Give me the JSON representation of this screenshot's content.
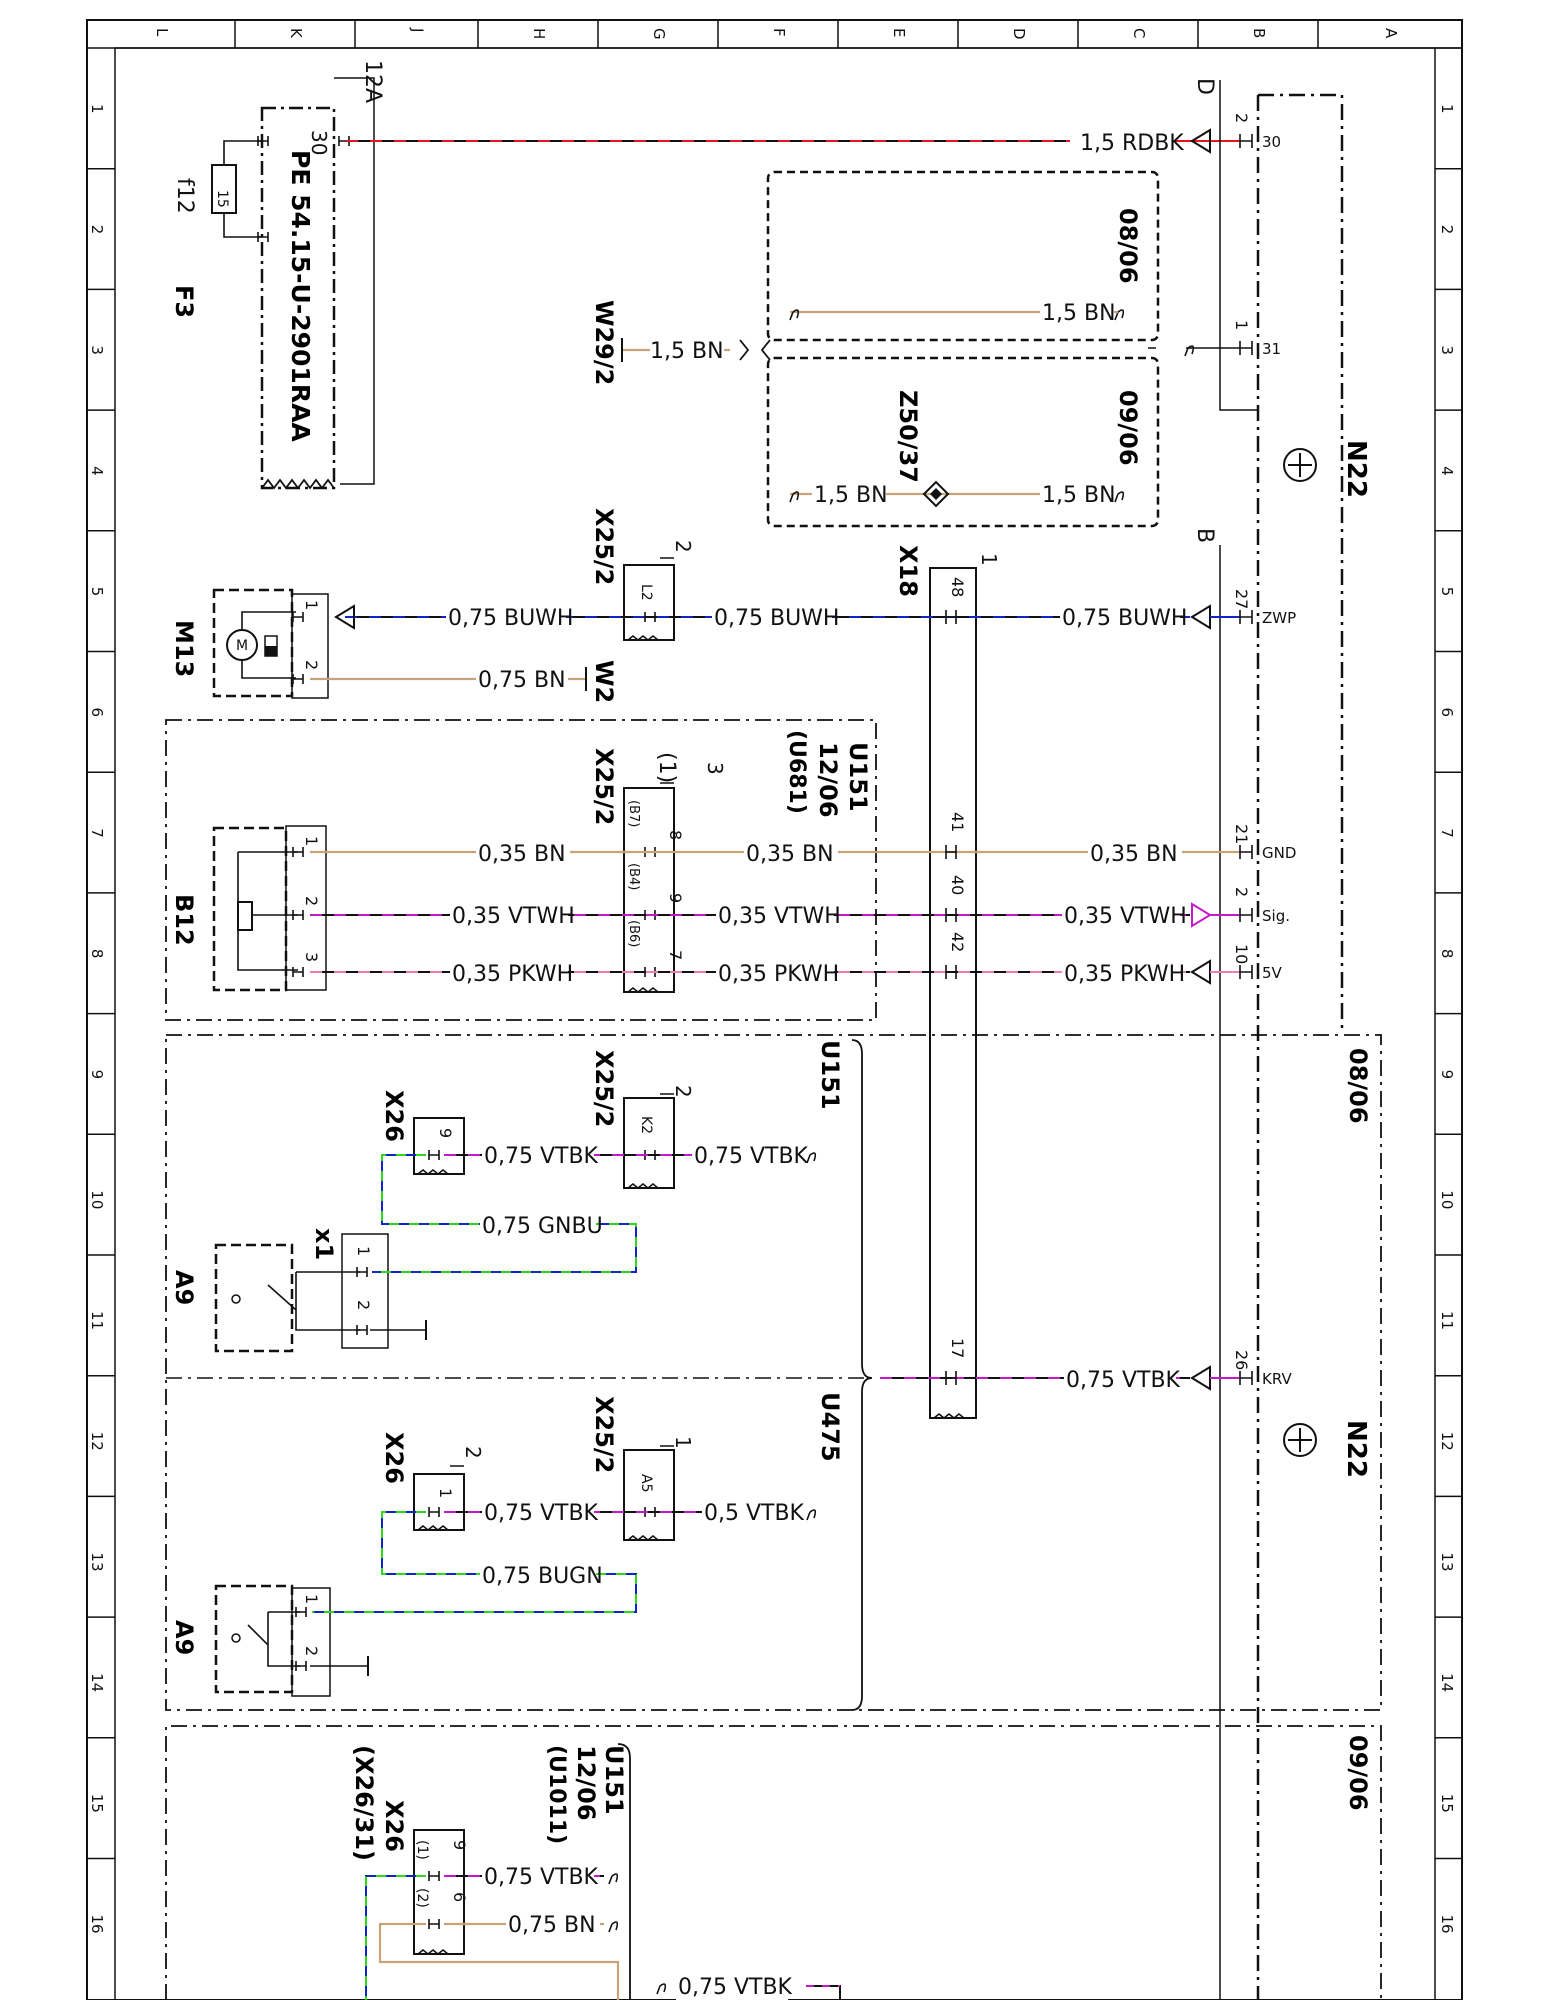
{
  "frame": {
    "col_letters": [
      "L",
      "K",
      "J",
      "H",
      "G",
      "F",
      "E",
      "D",
      "C",
      "B",
      "A"
    ],
    "row_numbers": [
      "1",
      "2",
      "3",
      "4",
      "5",
      "6",
      "7",
      "8",
      "9",
      "10",
      "11",
      "12",
      "13",
      "14",
      "15",
      "16"
    ]
  },
  "components": {
    "f3": "F3",
    "f12": "f12",
    "f12_value": "15",
    "fuse_box_id": "12A",
    "fuse_box_part": "PE 54.15-U-2901RAA",
    "m13": "M13",
    "b12": "B12",
    "a9_upper": "A9",
    "a9_lower": "A9",
    "x1": "x1",
    "w29_2": "W29/2",
    "w2": "W2",
    "z50_37": "Z50/37",
    "x18": "X18",
    "n22_upper": "N22",
    "n22_lower": "N22",
    "d": "D",
    "b": "B"
  },
  "connectors": {
    "x25_2_a": "X25/2",
    "x25_2_a_pin": "2",
    "x25_2_a_slot": "L2",
    "x25_2_b": "X25/2",
    "x25_2_b_pin": "3",
    "x25_2_b_alt": "(1)",
    "x25_2_b_slots": [
      "(B7)",
      "(B4)",
      "(B6)"
    ],
    "x25_2_b_nums": [
      "8",
      "9",
      "7"
    ],
    "x25_2_c": "X25/2",
    "x25_2_c_pin": "2",
    "x25_2_c_slot": "K2",
    "x25_2_d": "X25/2",
    "x25_2_d_pin": "1",
    "x25_2_d_slot": "A5",
    "x26_a": "X26",
    "x26_a_pin": "9",
    "x26_b": "X26",
    "x26_b_pin": "2",
    "x26_b_num": "1",
    "x26_c": "X26",
    "x26_c_alt": "(X26/31)",
    "x26_c_nums": [
      "9",
      "6"
    ],
    "x26_c_alts": [
      "(1)",
      "(2)"
    ],
    "x18_pin": "1",
    "x18_pins": [
      "48",
      "41",
      "40",
      "42",
      "17"
    ],
    "fuse_pin": "30",
    "m13_pins": [
      "1",
      "2"
    ],
    "b12_pins": [
      "1",
      "2",
      "3"
    ],
    "x1_pins": [
      "1",
      "2"
    ],
    "a9_pins": [
      "1",
      "2"
    ],
    "n22_pins": [
      "2",
      "1",
      "27",
      "21",
      "2",
      "10",
      "26"
    ],
    "n22_terms": [
      "30",
      "31",
      "ZWP",
      "GND",
      "Sig.",
      "5V",
      "KRV"
    ]
  },
  "wires": {
    "rdbk_15": "1,5 RDBK",
    "bn_15_a": "1,5 BN",
    "bn_15_b": "1,5 BN",
    "bn_15_c": "1,5 BN",
    "bn_15_d": "1,5 BN",
    "buwh_a": "0,75 BUWH",
    "buwh_b": "0,75 BUWH",
    "buwh_c": "0,75 BUWH",
    "bn_075_w2": "0,75 BN",
    "bn_035_a": "0,35 BN",
    "bn_035_b": "0,35 BN",
    "bn_035_c": "0,35 BN",
    "vtwh_a": "0,35 VTWH",
    "vtwh_b": "0,35 VTWH",
    "vtwh_c": "0,35 VTWH",
    "pkwh_a": "0,35 PKWH",
    "pkwh_b": "0,35 PKWH",
    "pkwh_c": "0,35 PKWH",
    "vtbk_a": "0,75 VTBK",
    "vtbk_b": "0,75 VTBK",
    "gnbu": "0,75 GNBU",
    "vtbk_krv": "0,75 VTBK",
    "vtbk_c": "0,75 VTBK",
    "vtbk_05": "0,5 VTBK",
    "bugn": "0,75 BUGN",
    "vtbk_d": "0,75 VTBK",
    "bn_075_d": "0,75 BN",
    "vtbk_e": "0,75 VTBK"
  },
  "references": {
    "ref_0806_top": "08/06",
    "ref_0906_top": "09/06",
    "u151_a": "U151",
    "u151_a_date": "12/06",
    "u151_a_code": "(U681)",
    "u151_b": "U151",
    "u475": "U475",
    "ref_0806_right": "08/06",
    "ref_0906_right": "09/06",
    "u151_c": "U151",
    "u151_c_date": "12/06",
    "u151_c_code": "(U1011)"
  },
  "colors": {
    "red": "#e8141e",
    "blue": "#1024c8",
    "brown": "#c9a27a",
    "violet": "#c21ac8",
    "pink": "#f07ab4",
    "green": "#2ed81e",
    "line": "#111111"
  }
}
